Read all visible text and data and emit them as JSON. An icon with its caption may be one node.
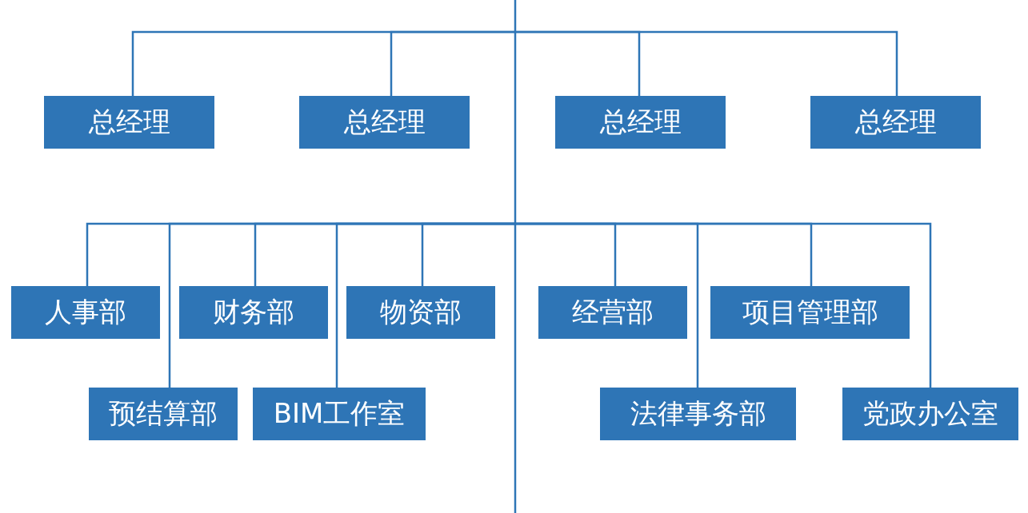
{
  "diagram": {
    "nodes": [
      {
        "text": [
          "总经理"
        ]
      },
      {
        "text": [
          "总经理"
        ]
      },
      {
        "text": [
          "总经理"
        ]
      },
      {
        "text": [
          "总经理"
        ]
      },
      {
        "text": [
          "人事部"
        ]
      },
      {
        "text": [
          "财务部"
        ]
      },
      {
        "text": [
          "物资部"
        ]
      },
      {
        "text": [
          "经营部"
        ]
      },
      {
        "text": [
          "项目管理部"
        ]
      },
      {
        "text": [
          "预结算部"
        ]
      },
      {
        "text": [
          "BIM工作室"
        ]
      },
      {
        "text": [
          "法律事务部"
        ]
      },
      {
        "text": [
          "党政办公室"
        ]
      }
    ],
    "edges": [
      {
        "from": null,
        "to": 0,
        "arrow": "none"
      },
      {
        "from": null,
        "to": 1,
        "arrow": "none"
      },
      {
        "from": null,
        "to": 2,
        "arrow": "none"
      },
      {
        "from": null,
        "to": 3,
        "arrow": "none"
      },
      {
        "from": null,
        "to": 4,
        "arrow": "none"
      },
      {
        "from": null,
        "to": 5,
        "arrow": "none"
      },
      {
        "from": null,
        "to": 6,
        "arrow": "none"
      },
      {
        "from": null,
        "to": 7,
        "arrow": "none"
      },
      {
        "from": null,
        "to": 8,
        "arrow": "none"
      },
      {
        "from": null,
        "to": 9,
        "arrow": "none"
      },
      {
        "from": null,
        "to": 10,
        "arrow": "none"
      },
      {
        "from": null,
        "to": 11,
        "arrow": "none"
      },
      {
        "from": null,
        "to": 12,
        "arrow": "none"
      }
    ]
  }
}
